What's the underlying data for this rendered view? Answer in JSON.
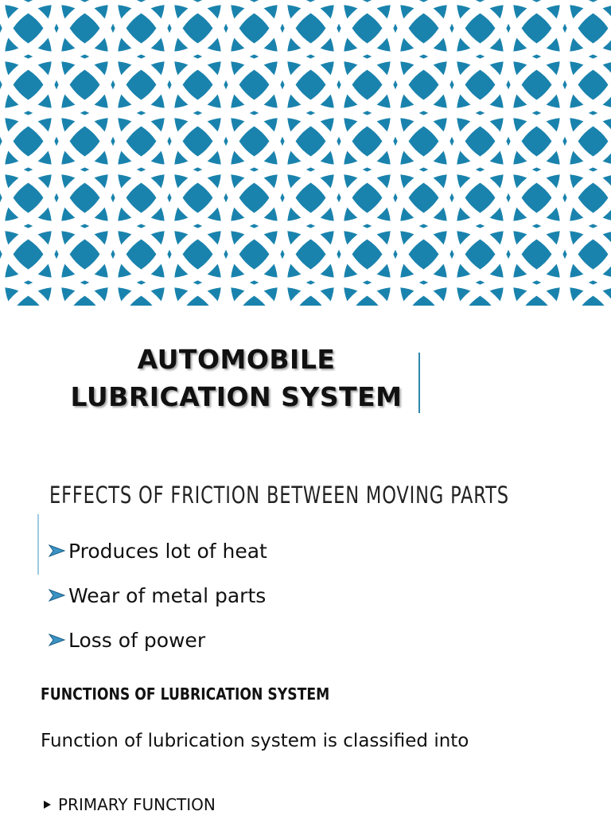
{
  "banner": {
    "background_color": "#1a83ad",
    "pattern_color": "#ffffff",
    "pattern": "interlocking-circles"
  },
  "title": {
    "line1": "AUTOMOBILE",
    "line2": "LUBRICATION SYSTEM"
  },
  "section": {
    "heading": "EFFECTS OF FRICTION BETWEEN MOVING PARTS",
    "bullet_icon": "arrow-right-icon",
    "bullets": [
      "Produces lot of heat",
      "Wear of metal parts",
      "Loss of power"
    ]
  },
  "functions": {
    "heading": "FUNCTIONS OF LUBRICATION SYSTEM",
    "intro": "Function of lubrication system is classified into",
    "items": [
      "PRIMARY FUNCTION"
    ]
  },
  "colors": {
    "accent": "#2e86ab",
    "accent_light": "#9ccbe0",
    "text": "#111111"
  }
}
